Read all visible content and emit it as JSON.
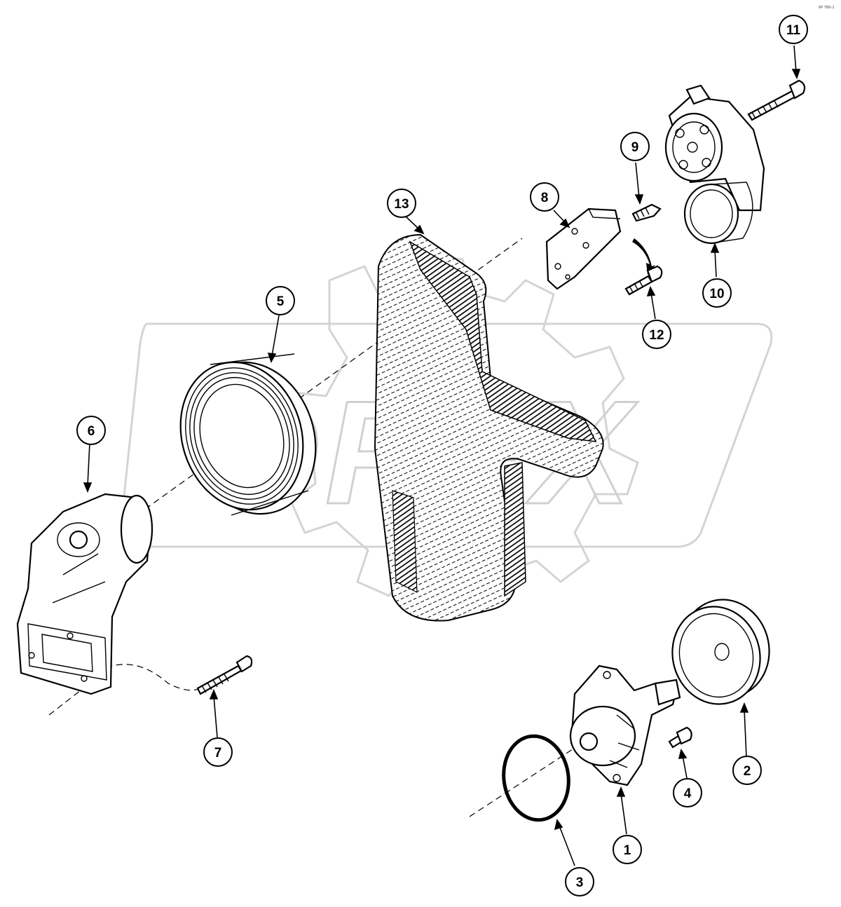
{
  "diagram": {
    "drawing_code": "6P 7B0-1",
    "watermark_text": "OPEX",
    "callouts": [
      {
        "id": "1",
        "label": "1"
      },
      {
        "id": "2",
        "label": "2"
      },
      {
        "id": "3",
        "label": "3"
      },
      {
        "id": "4",
        "label": "4"
      },
      {
        "id": "5",
        "label": "5"
      },
      {
        "id": "6",
        "label": "6"
      },
      {
        "id": "7",
        "label": "7"
      },
      {
        "id": "8",
        "label": "8"
      },
      {
        "id": "9",
        "label": "9"
      },
      {
        "id": "10",
        "label": "10"
      },
      {
        "id": "11",
        "label": "11"
      },
      {
        "id": "12",
        "label": "12"
      },
      {
        "id": "13",
        "label": "13"
      }
    ],
    "parts": [
      {
        "id": "1",
        "icon": "water-pump-icon"
      },
      {
        "id": "2",
        "icon": "pulley-icon"
      },
      {
        "id": "3",
        "icon": "o-ring-icon"
      },
      {
        "id": "4",
        "icon": "bolt-icon"
      },
      {
        "id": "5",
        "icon": "crankshaft-pulley-icon"
      },
      {
        "id": "6",
        "icon": "bracket-icon"
      },
      {
        "id": "7",
        "icon": "bolt-icon"
      },
      {
        "id": "8",
        "icon": "plate-icon"
      },
      {
        "id": "9",
        "icon": "screw-icon"
      },
      {
        "id": "10",
        "icon": "belt-tensioner-icon"
      },
      {
        "id": "11",
        "icon": "bolt-icon"
      },
      {
        "id": "12",
        "icon": "bolt-icon"
      },
      {
        "id": "13",
        "icon": "drive-belt-icon"
      }
    ]
  }
}
